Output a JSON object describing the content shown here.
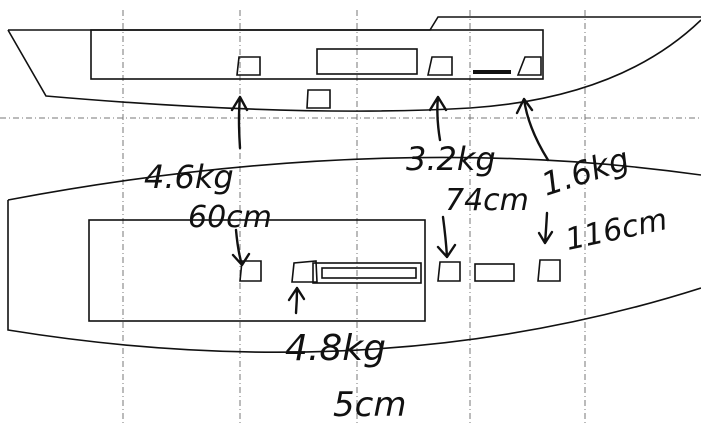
{
  "annotations": {
    "weight_left_top": "4.6kg",
    "weight_mid_top": "3.2kg",
    "weight_right_top": "1.6kg",
    "dist_left": "60cm",
    "dist_mid": "74cm",
    "dist_right": "116cm",
    "weight_bottom": "4.8kg",
    "scale_bottom": "5cm"
  }
}
